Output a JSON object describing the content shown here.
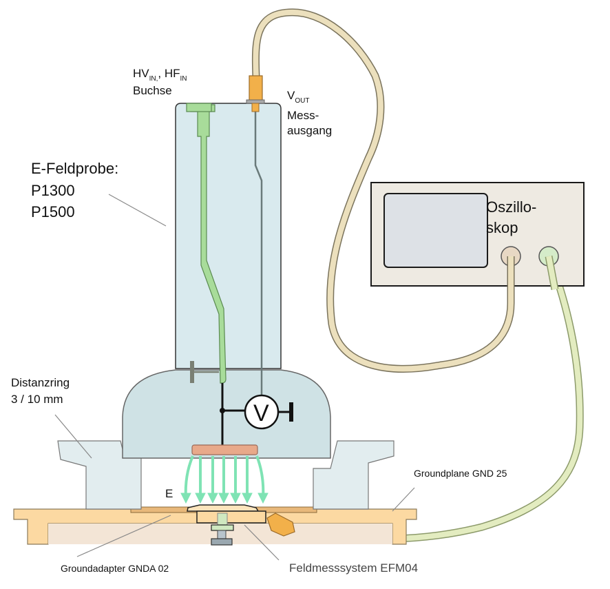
{
  "diagram": {
    "title": "E-field probe measurement setup",
    "labels": {
      "hv_in_main": "HV",
      "hv_in_sub": "IN,",
      "hv_sep": ", HF",
      "hf_in_sub": "IN",
      "buchse": "Buchse",
      "vout_main": "V",
      "vout_sub": "OUT",
      "mess": "Mess-",
      "ausgang": "ausgang",
      "probe_line1": "E-Feldprobe:",
      "probe_line2": "P1300",
      "probe_line3": "P1500",
      "osc_line1": "Oszillo-",
      "osc_line2": "skop",
      "distanz_line1": "Distanzring",
      "distanz_line2": "3 / 10 mm",
      "e_field": "E",
      "voltmeter": "V",
      "groundplane": "Groundplane GND 25",
      "groundadapter": "Groundadapter GNDA  02",
      "feldmess": "Feldmesssystem EFM04"
    },
    "colors": {
      "probe_body": "#d9eaee",
      "probe_base": "#cfe2e5",
      "green_conductor": "#a8dc9a",
      "electrode": "#e8a98a",
      "field_arrows": "#7fe3b4",
      "connector": "#f2b04a",
      "cable_beige": "#ece0bd",
      "cable_green": "#e3ecc0",
      "groundplane": "#fcd9a2",
      "oscilloscope_body": "#eeeae2",
      "oscilloscope_screen": "#dde1e6"
    }
  }
}
